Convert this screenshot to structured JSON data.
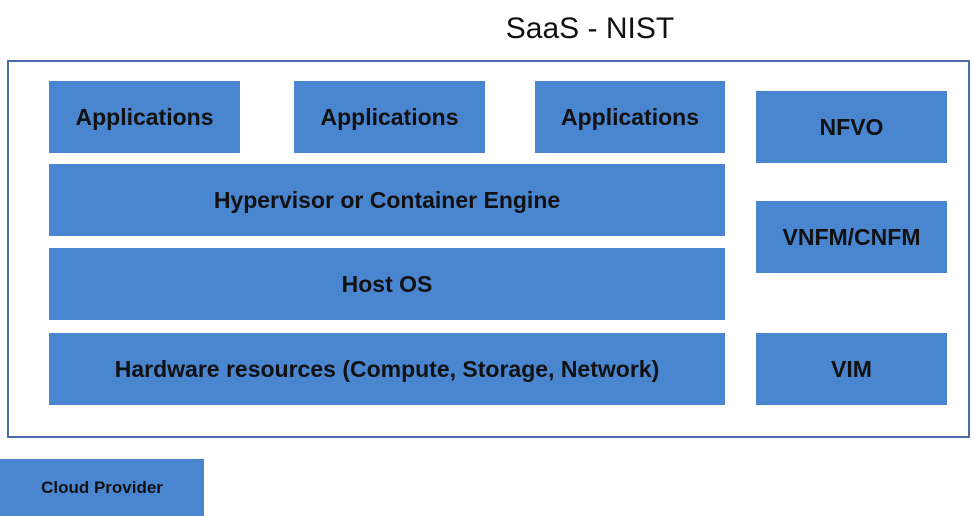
{
  "title": "SaaS - NIST",
  "colors": {
    "box_fill": "#4a86d0",
    "frame_border": "#4a6fa5",
    "text": "#111111"
  },
  "stack": {
    "applications": [
      "Applications",
      "Applications",
      "Applications"
    ],
    "hypervisor": "Hypervisor or Container Engine",
    "host_os": "Host OS",
    "hardware": "Hardware resources (Compute, Storage, Network)"
  },
  "management": {
    "nfvo": "NFVO",
    "vnfm": "VNFM/CNFM",
    "vim": "VIM"
  },
  "legend": {
    "cloud_provider": "Cloud Provider"
  }
}
